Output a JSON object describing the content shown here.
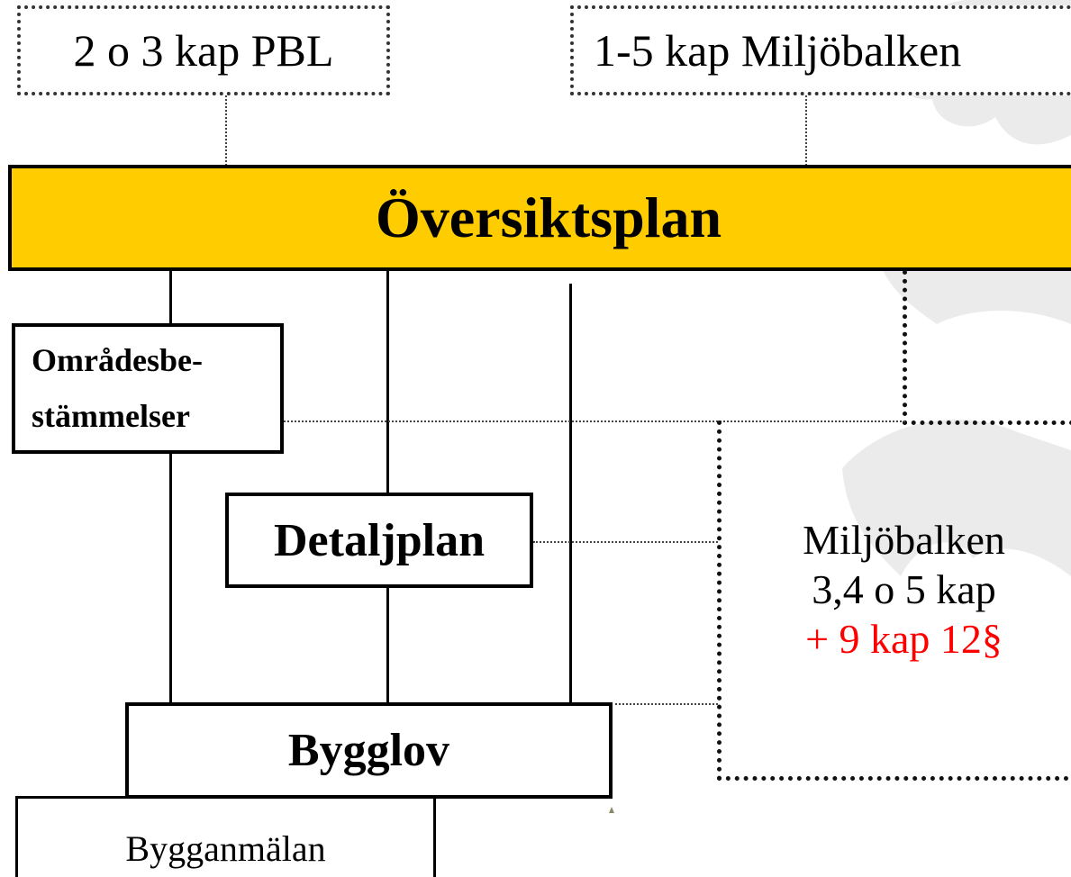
{
  "sources": {
    "pbl": "2 o 3 kap PBL",
    "miljobalken": "1-5 kap Miljöbalken"
  },
  "main_plan": "Översiktsplan",
  "nodes": {
    "omradesbestammelser_line1": "Områdesbe-",
    "omradesbestammelser_line2": "stämmelser",
    "detaljplan": "Detaljplan",
    "bygglov": "Bygglov",
    "bygganmalan": "Bygganmälan"
  },
  "miljobalken_box": {
    "line1": "Miljöbalken",
    "line2": "3,4 o 5 kap",
    "line3": "+ 9 kap 12§"
  },
  "colors": {
    "plan_fill": "#FFCC00",
    "highlight_text": "#FF0000",
    "watermark": "#E8E8E8"
  }
}
